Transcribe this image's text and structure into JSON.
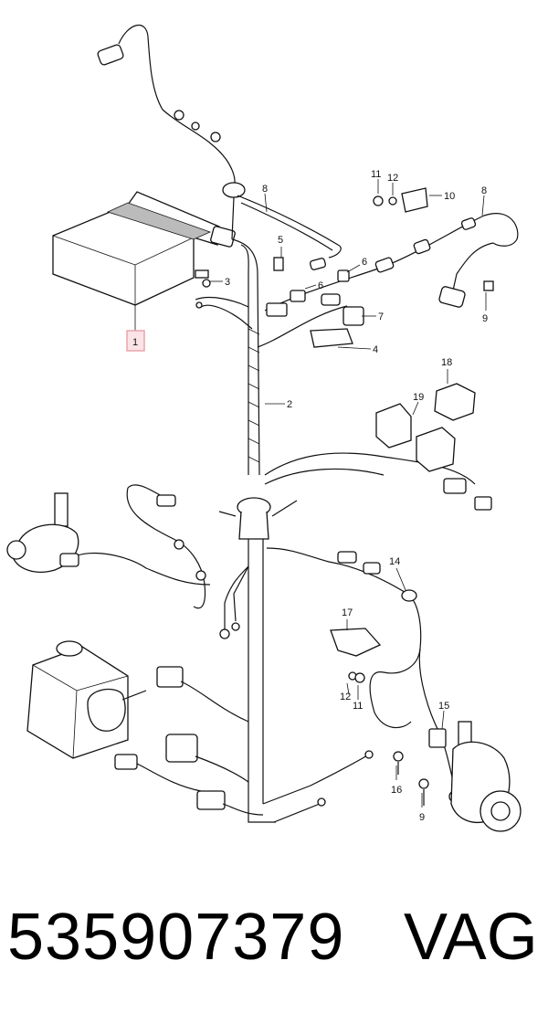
{
  "callouts": {
    "c1": "1",
    "c2": "2",
    "c3": "3",
    "c4": "4",
    "c5": "5",
    "c6a": "6",
    "c6b": "6",
    "c7": "7",
    "c8a": "8",
    "c8b": "8",
    "c9a": "9",
    "c9b": "9",
    "c10": "10",
    "c11a": "11",
    "c11b": "11",
    "c12a": "12",
    "c12b": "12",
    "c14": "14",
    "c15": "15",
    "c16": "16",
    "c17": "17",
    "c18": "18",
    "c19": "19"
  },
  "highlight_color": "#e8a0a8",
  "footer": {
    "part_number": "535907379",
    "brand": "VAG"
  }
}
